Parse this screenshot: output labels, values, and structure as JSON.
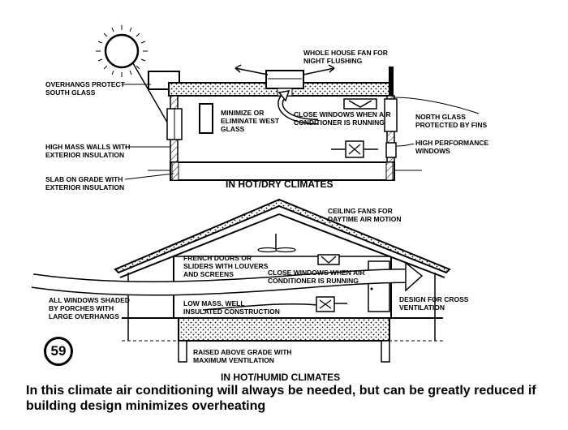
{
  "hot_dry": {
    "title": "IN HOT/DRY CLIMATES",
    "labels": {
      "fan": "WHOLE HOUSE FAN FOR\nNIGHT FLUSHING",
      "overhang": "OVERHANGS PROTECT\nSOUTH GLASS",
      "west": "MINIMIZE OR\nELIMINATE WEST\nGLASS",
      "close": "CLOSE WINDOWS WHEN AIR\nCONDITIONER IS RUNNING",
      "north": "NORTH GLASS\nPROTECTED BY FINS",
      "highperf": "HIGH PERFORMANCE\nWINDOWS",
      "mass": "HIGH MASS WALLS WITH\nEXTERIOR INSULATION",
      "slab": "SLAB ON GRADE WITH\nEXTERIOR INSULATION"
    }
  },
  "hot_humid": {
    "title": "IN HOT/HUMID CLIMATES",
    "labels": {
      "ceiling_fans": "CEILING FANS FOR\nDAYTIME AIR MOTION",
      "french": "FRENCH DOORS OR\nSLIDERS WITH LOUVERS\nAND SCREENS",
      "close": "CLOSE WINDOWS WHEN AIR\nCONDITIONER IS RUNNING",
      "porches": "ALL WINDOWS SHADED\nBY PORCHES WITH\nLARGE OVERHANGS",
      "lowmass": "LOW MASS, WELL\nINSULATED CONSTRUCTION",
      "cross": "DESIGN FOR CROSS\nVENTILATION",
      "raised": "RAISED ABOVE GRADE WITH\nMAXIMUM VENTILATION"
    }
  },
  "badge": "59",
  "caption": "In this climate air conditioning will always be needed, but can be greatly reduced if building design minimizes overheating"
}
